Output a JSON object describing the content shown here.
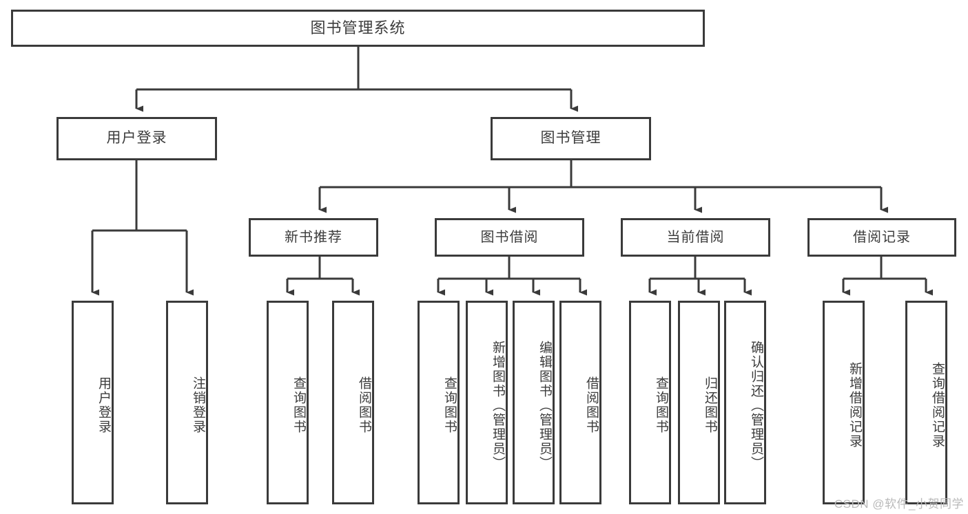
{
  "diagram": {
    "title": "图书管理系统",
    "type": "tree-hierarchy",
    "watermark": "CSDN @软件_小贺同学",
    "colors": {
      "box_border": "#3a3a3a",
      "box_fill": "#ffffff",
      "text": "#3c3c3c",
      "edge": "#3a3a3a",
      "watermark": "#b9b9b9",
      "background": "#ffffff"
    },
    "root": {
      "label": "图书管理系统"
    },
    "level2": [
      {
        "label": "用户登录"
      },
      {
        "label": "图书管理"
      }
    ],
    "level3": [
      {
        "label": "新书推荐"
      },
      {
        "label": "图书借阅"
      },
      {
        "label": "当前借阅"
      },
      {
        "label": "借阅记录"
      }
    ],
    "leaves": {
      "user_login": [
        {
          "label": "用户登录"
        },
        {
          "label": "注销登录"
        }
      ],
      "new_book": [
        {
          "label": "查询图书"
        },
        {
          "label": "借阅图书"
        }
      ],
      "book_borrow": [
        {
          "label": "查询图书"
        },
        {
          "label": "新增图书（管理员）"
        },
        {
          "label": "编辑图书（管理员）"
        },
        {
          "label": "借阅图书"
        }
      ],
      "current_borrow": [
        {
          "label": "查询图书"
        },
        {
          "label": "归还图书"
        },
        {
          "label": "确认归还（管理员）"
        }
      ],
      "borrow_record": [
        {
          "label": "新增借阅记录"
        },
        {
          "label": "查询借阅记录"
        }
      ]
    }
  }
}
